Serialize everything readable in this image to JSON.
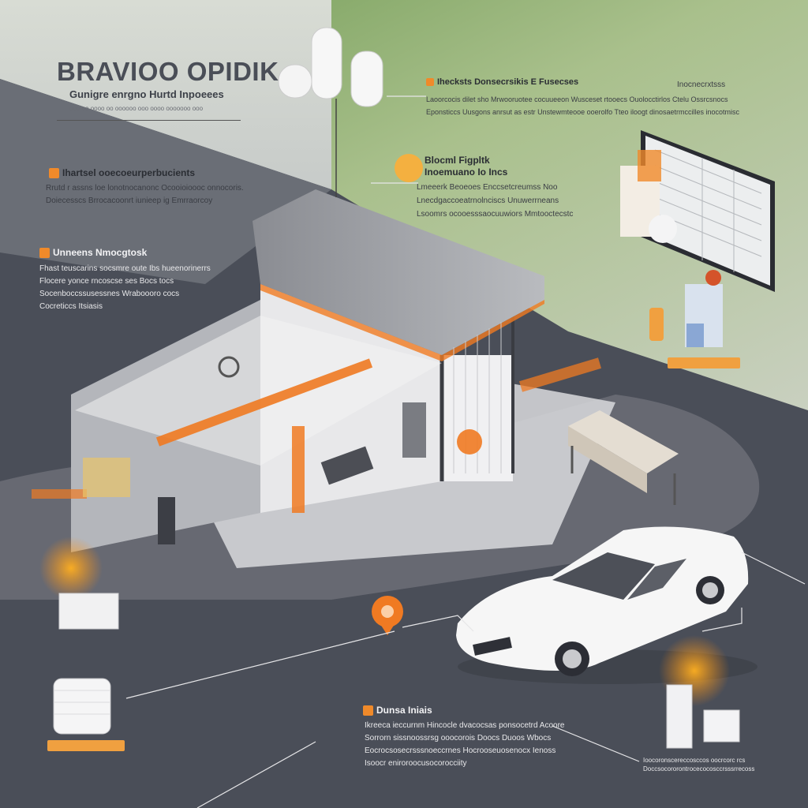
{
  "infographic": {
    "title": "BRAVIOO OPIDIK",
    "subtitle": "Gunigre enrgno Hurtd Inpoeees",
    "subtitle_note": "ooo oo oooo oo oooooo ooo oooo ooooooo ooo",
    "top_right": {
      "heading": "Ihecksts Donsecrsikis E Fusecses",
      "tag": "Inocnecrxtsss",
      "line1": "Laoorcocis dilet sho Mrwooruotee cocuueeon Wusceset rtooecs Ouolocctirlos Ctelu Ossrcsnocs",
      "line2": "Eponsticcs Uusgons anrsut as estr Unstewmteooe ooerolfo Tteo iloogt dinosaetrmccilles inocotmisc"
    },
    "middle_right": {
      "heading": "Blocml Figpltk",
      "heading2": "Inoemuano Io Incs",
      "line1": "Lmeeerk Beoeoes Enccsetcreumss Noo",
      "line2": "Lnecdgaccoeatrnolnciscs Unuwerrneans",
      "line3": "Lsoomrs ocooesssaocuuwiors Mmtooctecstc"
    },
    "left_block_1": {
      "heading": "Ihartsel ooecoeurperbucients",
      "line1": "Rrutd r assns loe lonotnocanonc Ocooioioooc onnocoris.",
      "line2": "Doiecesscs Brrocacoonrt iunieep ig Emrraorcoy"
    },
    "left_block_2": {
      "heading": "Unneens Nmocgtosk",
      "line1": "Fhast teuscarins socsmre oute Ibs hueenorinerrs",
      "line2": "Flocere yonce rncoscse ses Bocs tocs",
      "line3": "Socenboccssusessnes Wraboooro cocs",
      "line4": "Cocreticcs Itsiasis"
    },
    "bottom": {
      "heading": "Dunsa Iniais",
      "line1": "Ikreeca ieccurnm Hincocle dvacocsas ponsocetrd Acoore",
      "line2": "Sorrorn sissnoossrsg ooocorois Doocs Duoos Wbocs",
      "line3": "Eocrocsosecrsssnoeccrnes Hocrooseuosenocx Ienoss",
      "line4": "Isoocr eniroroocusocorocciity"
    },
    "bottom_right": {
      "line1": "Ioocoronscereccosccos oocrcorc rcs",
      "line2": "Doccsocororontrocecocosccrsssrrecoss"
    },
    "colors": {
      "accent": "#f07a22",
      "sky_green": "#7fa35e",
      "dark_ground": "#4a4e58",
      "building": "#dedee0",
      "car": "#f4f4f4"
    }
  }
}
